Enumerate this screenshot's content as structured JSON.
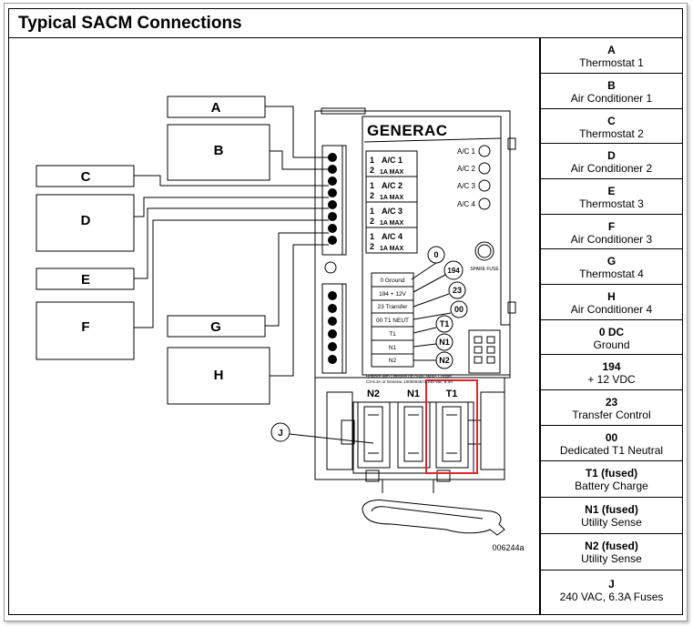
{
  "title": "Typical SACM Connections",
  "diagram": {
    "brand": "GENERAC",
    "boxes": [
      "A",
      "B",
      "C",
      "D",
      "E",
      "F",
      "G",
      "H"
    ],
    "ac_channels": [
      {
        "num1": "1",
        "num2": "2",
        "name": "A/C 1",
        "rating": "1A MAX"
      },
      {
        "num1": "1",
        "num2": "2",
        "name": "A/C 2",
        "rating": "1A MAX"
      },
      {
        "num1": "1",
        "num2": "2",
        "name": "A/C 3",
        "rating": "1A MAX"
      },
      {
        "num1": "1",
        "num2": "2",
        "name": "A/C 4",
        "rating": "1A MAX"
      }
    ],
    "led_labels": [
      "A/C 1",
      "A/C 2",
      "A/C 3",
      "A/C 4"
    ],
    "spare_fuse": "SPARE FUSE",
    "terminal_labels": [
      "0 Ground",
      "194 + 12V",
      "23 Transfer",
      "00 T1 NEUT",
      "T1",
      "N1",
      "N2"
    ],
    "callouts": [
      "0",
      "194",
      "23",
      "00",
      "T1",
      "N1",
      "N2"
    ],
    "fuse_note_line1": "Replace with Littelfuse 0021606.3MXP, Cooper",
    "fuse_note_line2": "C3-6.3A or Generac 1000003573 240 vac, 6.3A",
    "fuse_labels": [
      "N2",
      "N1",
      "T1"
    ],
    "j_label": "J",
    "figure_id": "006244a"
  },
  "legend": [
    {
      "key": "A",
      "desc": "Thermostat 1"
    },
    {
      "key": "B",
      "desc": "Air Conditioner 1"
    },
    {
      "key": "C",
      "desc": "Thermostat 2"
    },
    {
      "key": "D",
      "desc": "Air Conditioner 2"
    },
    {
      "key": "E",
      "desc": "Thermostat 3"
    },
    {
      "key": "F",
      "desc": "Air Conditioner 3"
    },
    {
      "key": "G",
      "desc": "Thermostat 4"
    },
    {
      "key": "H",
      "desc": "Air Conditioner 4"
    },
    {
      "key": "0 DC",
      "desc": "Ground"
    },
    {
      "key": "194",
      "desc": "+ 12 VDC"
    },
    {
      "key": "23",
      "desc": "Transfer Control"
    },
    {
      "key": "00",
      "desc": "Dedicated T1 Neutral"
    },
    {
      "key": "T1 (fused)",
      "desc": "Battery Charge"
    },
    {
      "key": "N1 (fused)",
      "desc": "Utility Sense"
    },
    {
      "key": "N2 (fused)",
      "desc": "Utility Sense"
    },
    {
      "key": "J",
      "desc": "240 VAC, 6.3A Fuses"
    }
  ],
  "colors": {
    "highlight": "#e0262b",
    "line": "#000000",
    "panel": "#ffffff"
  }
}
